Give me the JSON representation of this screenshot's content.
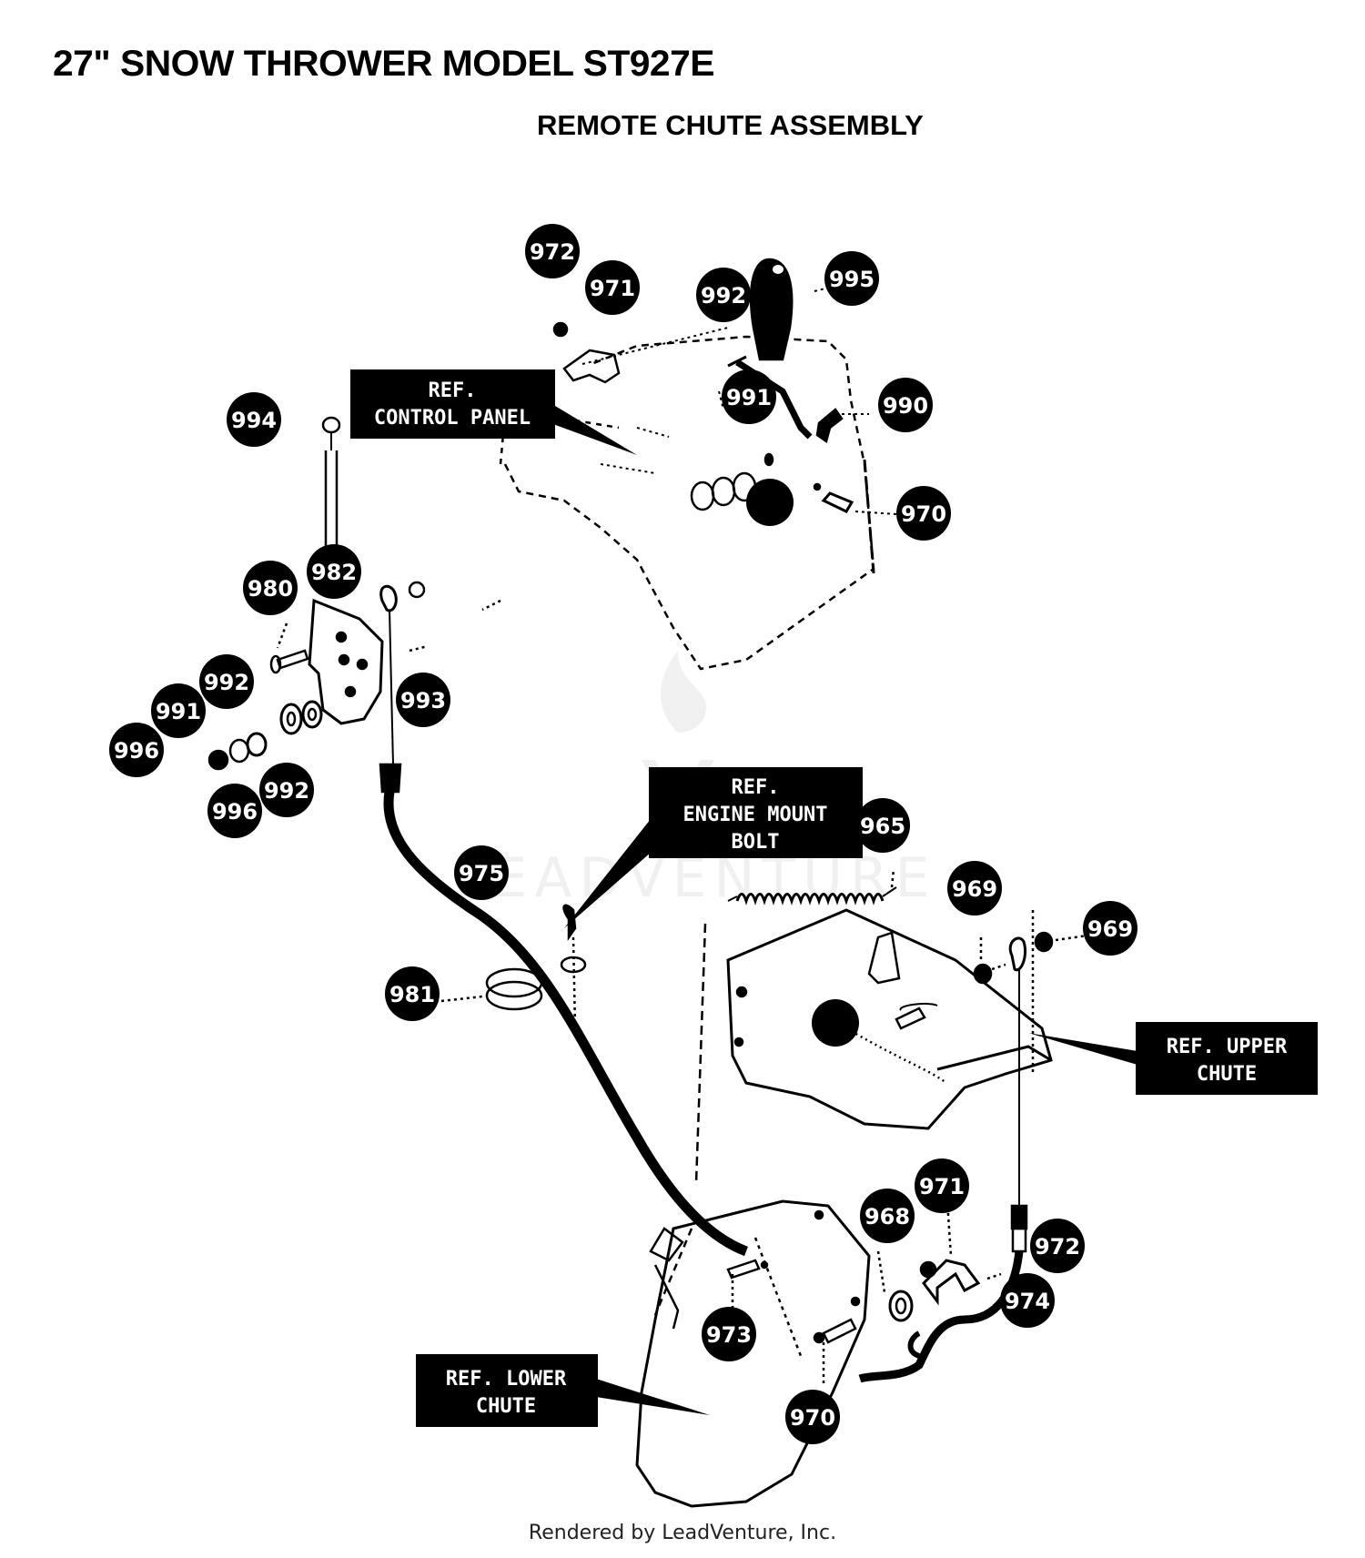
{
  "header": {
    "title": "27\" SNOW THROWER MODEL ST927E",
    "subtitle": "REMOTE CHUTE ASSEMBLY"
  },
  "callouts": [
    "972",
    "971",
    "992",
    "995",
    "991",
    "990",
    "994",
    "970",
    "982",
    "980",
    "992",
    "993",
    "991",
    "996",
    "996",
    "992",
    "965",
    "975",
    "969",
    "969",
    "981",
    "971",
    "968",
    "972",
    "974",
    "973",
    "970"
  ],
  "ref_labels": {
    "control_panel": [
      "REF.",
      "CONTROL PANEL"
    ],
    "engine_mount_bolt": [
      "REF.",
      "ENGINE MOUNT",
      "BOLT"
    ],
    "upper_chute": [
      "REF. UPPER",
      "CHUTE"
    ],
    "lower_chute": [
      "REF. LOWER",
      "CHUTE"
    ]
  },
  "watermark": {
    "text": "LEADVENTURE"
  },
  "footer": {
    "text": "Rendered by LeadVenture, Inc."
  },
  "colors": {
    "ink": "#000000",
    "label_fill": "#000000",
    "label_text": "#ffffff",
    "background": "#ffffff"
  }
}
